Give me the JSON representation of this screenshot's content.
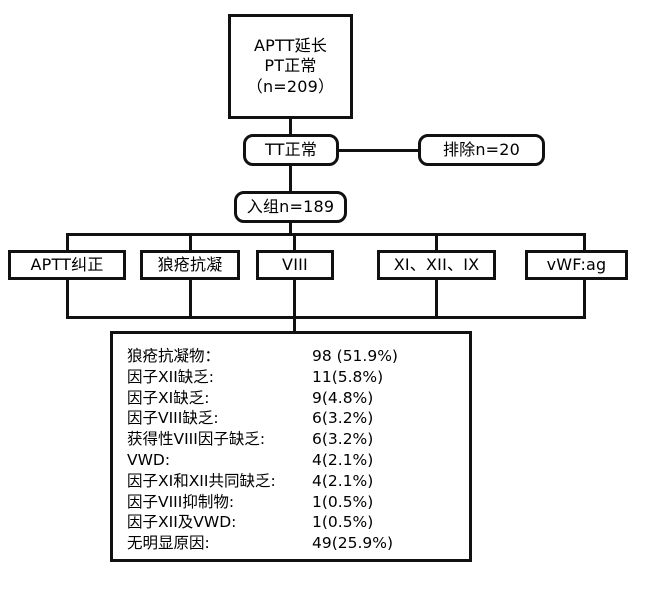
{
  "diagram": {
    "title": "APTT prolonged / PT normal patient workup flowchart",
    "line_color": "#111111",
    "background": "#ffffff"
  },
  "nodes": {
    "top": {
      "text": "APTT延长\nPT正常\n（n=209）",
      "shape": "rectangle"
    },
    "tt_normal": {
      "text": "TT正常",
      "shape": "rounded-rectangle"
    },
    "excluded": {
      "text": "排除n=20",
      "shape": "rounded-rectangle"
    },
    "enrolled": {
      "text": "入组n=189",
      "shape": "rounded-rectangle"
    }
  },
  "branches": [
    {
      "label": "APTT纠正"
    },
    {
      "label": "狼疮抗凝"
    },
    {
      "label": "VIII"
    },
    {
      "label": "XI、XII、IX"
    },
    {
      "label": "vWF:ag"
    }
  ],
  "results": {
    "rows": [
      {
        "label": "狼疮抗凝物：",
        "value": "98 (51.9%)"
      },
      {
        "label": "因子XII缺乏:",
        "value": "11(5.8%)"
      },
      {
        "label": "因子XI缺乏:",
        "value": "9(4.8%)"
      },
      {
        "label": "因子VIII缺乏:",
        "value": "6(3.2%)"
      },
      {
        "label": "获得性VIII因子缺乏:",
        "value": "6(3.2%)"
      },
      {
        "label": "VWD:",
        "value": "4(2.1%)"
      },
      {
        "label": "因子XI和XII共同缺乏:",
        "value": "4(2.1%)"
      },
      {
        "label": "因子VIII抑制物:",
        "value": "1(0.5%)"
      },
      {
        "label": "因子XII及VWD:",
        "value": "1(0.5%)"
      },
      {
        "label": "无明显原因:",
        "value": "49(25.9%)"
      }
    ]
  }
}
